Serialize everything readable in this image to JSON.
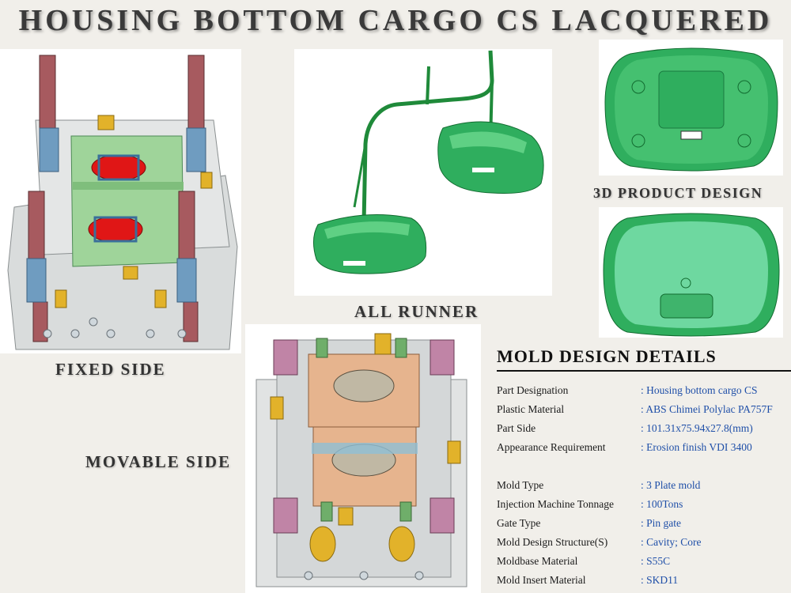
{
  "title": "HOUSING BOTTOM CARGO CS LACQUERED",
  "captions": {
    "fixed_side": "FIXED SIDE",
    "all_runner": "ALL RUNNER",
    "product_design": "3D PRODUCT DESIGN",
    "movable_side": "MOVABLE SIDE"
  },
  "details": {
    "heading": "MOLD DESIGN DETAILS",
    "rows": [
      {
        "label": "Part Designation",
        "value": ": Housing bottom cargo CS"
      },
      {
        "label": "Plastic Material",
        "value": ": ABS Chimei Polylac PA757F"
      },
      {
        "label": "Part Side",
        "value": ": 101.31x75.94x27.8(mm)"
      },
      {
        "label": "Appearance Requirement",
        "value": ": Erosion finish VDI 3400"
      },
      {
        "label": "Mold Type",
        "value": ": 3 Plate mold"
      },
      {
        "label": "Injection Machine Tonnage",
        "value": ": 100Tons"
      },
      {
        "label": "Gate Type",
        "value": ": Pin gate"
      },
      {
        "label": "Mold Design Structure(S)",
        "value": ": Cavity; Core"
      },
      {
        "label": "Moldbase Material",
        "value": ": S55C"
      },
      {
        "label": "Mold Insert Material",
        "value": ": SKD11"
      }
    ]
  },
  "colors": {
    "value_text": "#1f4fa8",
    "product_green": "#2fae5e",
    "plate_green": "#9fd49a",
    "cavity_red": "#e01616",
    "movable_plate": "#e6b48e"
  }
}
